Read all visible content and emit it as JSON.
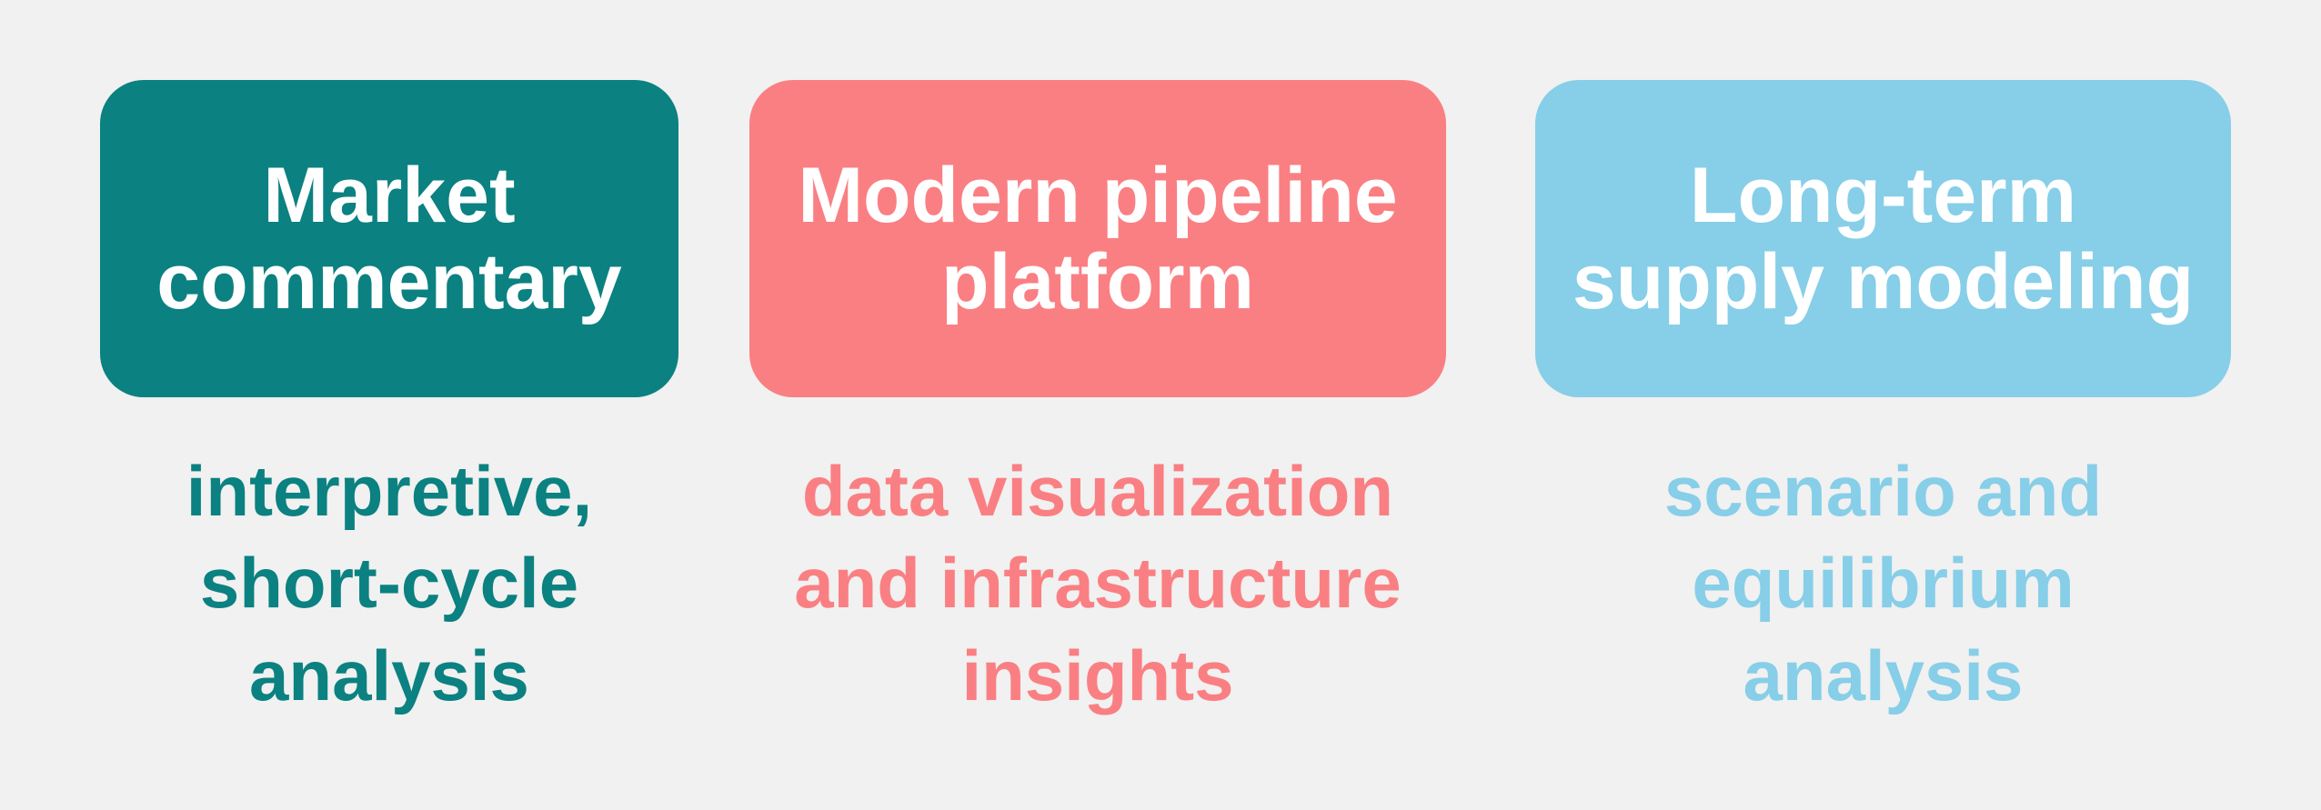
{
  "background_color": "#F0F1F0",
  "title_text_color": "#FFFFFF",
  "columns": [
    {
      "id": "market-commentary",
      "title": "Market\ncommentary",
      "description": "interpretive,\nshort-cycle\nanalysis",
      "accent_color": "#0B8181"
    },
    {
      "id": "modern-pipeline-platform",
      "title": "Modern pipeline\nplatform",
      "description": "data visualization\nand infrastructure\ninsights",
      "accent_color": "#FA7F83"
    },
    {
      "id": "long-term-supply-modeling",
      "title": "Long-term\nsupply modeling",
      "description": "scenario and\nequilibrium\nanalysis",
      "accent_color": "#87CEE8"
    }
  ]
}
